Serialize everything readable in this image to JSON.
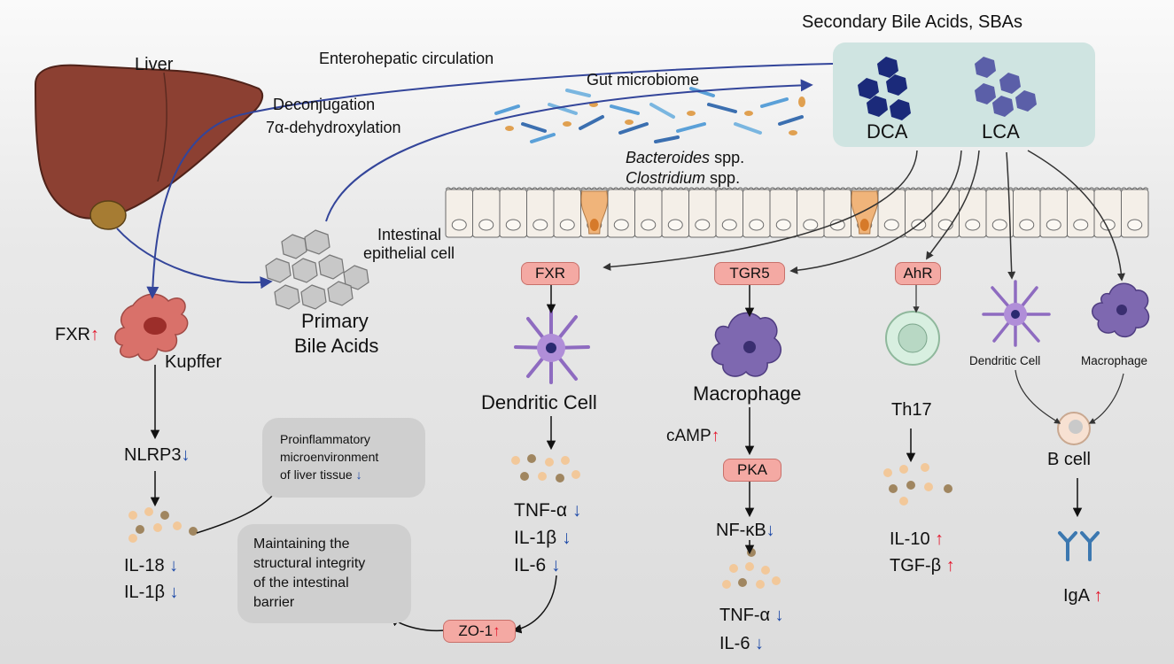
{
  "title": "Secondary Bile Acids, SBAs",
  "labels": {
    "liver": "Liver",
    "enterohepatic": "Enterohepatic circulation",
    "gut_microbiome": "Gut microbiome",
    "deconjugation": "Deconjugation",
    "dehydroxylation": "7α-dehydroxylation",
    "bacteroides": "Bacteroides",
    "clostridium": "Clostridium",
    "spp": "spp.",
    "intestinal_epithelial": "Intestinal",
    "intestinal_epithelial_2": "epithelial cell",
    "primary_bile_acids": "Primary",
    "primary_bile_acids_2": "Bile Acids",
    "dca": "DCA",
    "lca": "LCA",
    "kupffer": "Kupffer",
    "dendritic_cell": "Dendritic Cell",
    "macrophage": "Macrophage",
    "th17": "Th17",
    "dendritic_cell_small": "Dendritic Cell",
    "macrophage_small": "Macrophage",
    "b_cell": "B cell",
    "iga": "IgA",
    "camp": "cAMP"
  },
  "receptors": {
    "fxr": "FXR",
    "tgr5": "TGR5",
    "ahr": "AhR",
    "pka": "PKA",
    "zo1": "ZO-1"
  },
  "markers": {
    "fxr_liver": "FXR",
    "nlrp3": "NLRP3",
    "il18": "IL-18",
    "il1b_liver": "IL-1β",
    "tnfa_dc": "TNF-α",
    "il1b_dc": "IL-1β",
    "il6_dc": "IL-6",
    "nfkb": "NF-κB",
    "tnfa_mac": "TNF-α",
    "il6_mac": "IL-6",
    "il10": "IL-10",
    "tgfb": "TGF-β"
  },
  "boxes": {
    "proinflammatory_1": "Proinflammatory",
    "proinflammatory_2": "microenvironment",
    "proinflammatory_3": "of liver tissue",
    "barrier_1": "Maintaining the",
    "barrier_2": "structural integrity",
    "barrier_3": "of the intestinal",
    "barrier_4": "barrier"
  },
  "colors": {
    "up_arrow": "#e3172d",
    "down_arrow": "#1e4aa8",
    "receptor_fill": "#f4a9a3",
    "sba_box": "#cfe4e1",
    "dca_hex": "#1b2a7a",
    "lca_hex": "#5b5fa8",
    "liver": "#8c4032"
  }
}
